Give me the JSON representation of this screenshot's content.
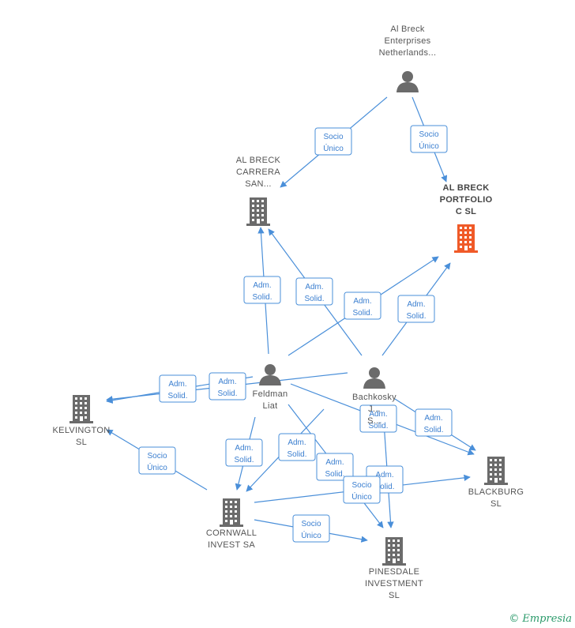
{
  "colors": {
    "edge": "#4a8fd9",
    "node": "#6b6b6b",
    "focus": "#f05a28",
    "brand": "#2a9a6a"
  },
  "nodes": [
    {
      "id": "albreck_ent",
      "type": "person",
      "label": [
        "Al Breck",
        "Enterprises",
        "Netherlands..."
      ]
    },
    {
      "id": "albreck_carrera",
      "type": "company",
      "label": [
        "AL BRECK",
        "CARRERA",
        "SAN..."
      ]
    },
    {
      "id": "albreck_portfolio",
      "type": "company",
      "focus": true,
      "label": [
        "AL BRECK",
        "PORTFOLIO",
        "C SL"
      ]
    },
    {
      "id": "feldman",
      "type": "person",
      "label": [
        "Feldman",
        "Liat"
      ]
    },
    {
      "id": "bachkosky",
      "type": "person",
      "label": [
        "Bachkosky",
        "J...",
        "S..."
      ]
    },
    {
      "id": "kelvington",
      "type": "company",
      "label": [
        "KELVINGTON",
        "SL"
      ]
    },
    {
      "id": "cornwall",
      "type": "company",
      "label": [
        "CORNWALL",
        "INVEST SA"
      ]
    },
    {
      "id": "blackburg",
      "type": "company",
      "label": [
        "BLACKBURG",
        "SL"
      ]
    },
    {
      "id": "pinesdale",
      "type": "company",
      "label": [
        "PINESDALE",
        "INVESTMENT",
        "SL"
      ]
    }
  ],
  "edges": [
    {
      "from": "albreck_ent",
      "to": "albreck_carrera",
      "label": [
        "Socio",
        "Único"
      ]
    },
    {
      "from": "albreck_ent",
      "to": "albreck_portfolio",
      "label": [
        "Socio",
        "Único"
      ]
    },
    {
      "from": "feldman",
      "to": "albreck_carrera",
      "label": [
        "Adm.",
        "Solid."
      ]
    },
    {
      "from": "bachkosky",
      "to": "albreck_carrera",
      "label": [
        "Adm.",
        "Solid."
      ]
    },
    {
      "from": "feldman",
      "to": "albreck_portfolio",
      "label": [
        "Adm.",
        "Solid."
      ]
    },
    {
      "from": "bachkosky",
      "to": "albreck_portfolio",
      "label": [
        "Adm.",
        "Solid."
      ]
    },
    {
      "from": "feldman",
      "to": "kelvington",
      "label": [
        "Adm.",
        "Solid."
      ]
    },
    {
      "from": "bachkosky",
      "to": "kelvington",
      "label": [
        "Adm.",
        "Solid."
      ]
    },
    {
      "from": "feldman",
      "to": "cornwall",
      "label": [
        "Adm.",
        "Solid."
      ]
    },
    {
      "from": "bachkosky",
      "to": "cornwall",
      "label": [
        "Adm.",
        "Solid."
      ]
    },
    {
      "from": "feldman",
      "to": "blackburg",
      "label": [
        "Adm.",
        "Solid."
      ]
    },
    {
      "from": "bachkosky",
      "to": "blackburg",
      "label": [
        "Adm.",
        "Solid."
      ]
    },
    {
      "from": "feldman",
      "to": "pinesdale",
      "label": [
        "Adm.",
        "Solid."
      ]
    },
    {
      "from": "bachkosky",
      "to": "pinesdale",
      "label": [
        "Adm.",
        "Solid."
      ]
    },
    {
      "from": "cornwall",
      "to": "kelvington",
      "label": [
        "Socio",
        "Único"
      ]
    },
    {
      "from": "cornwall",
      "to": "blackburg",
      "label": [
        "Socio",
        "Único"
      ]
    },
    {
      "from": "cornwall",
      "to": "pinesdale",
      "label": [
        "Socio",
        "Único"
      ]
    }
  ],
  "footer": {
    "copyright": "©",
    "brand": "Empresia"
  }
}
